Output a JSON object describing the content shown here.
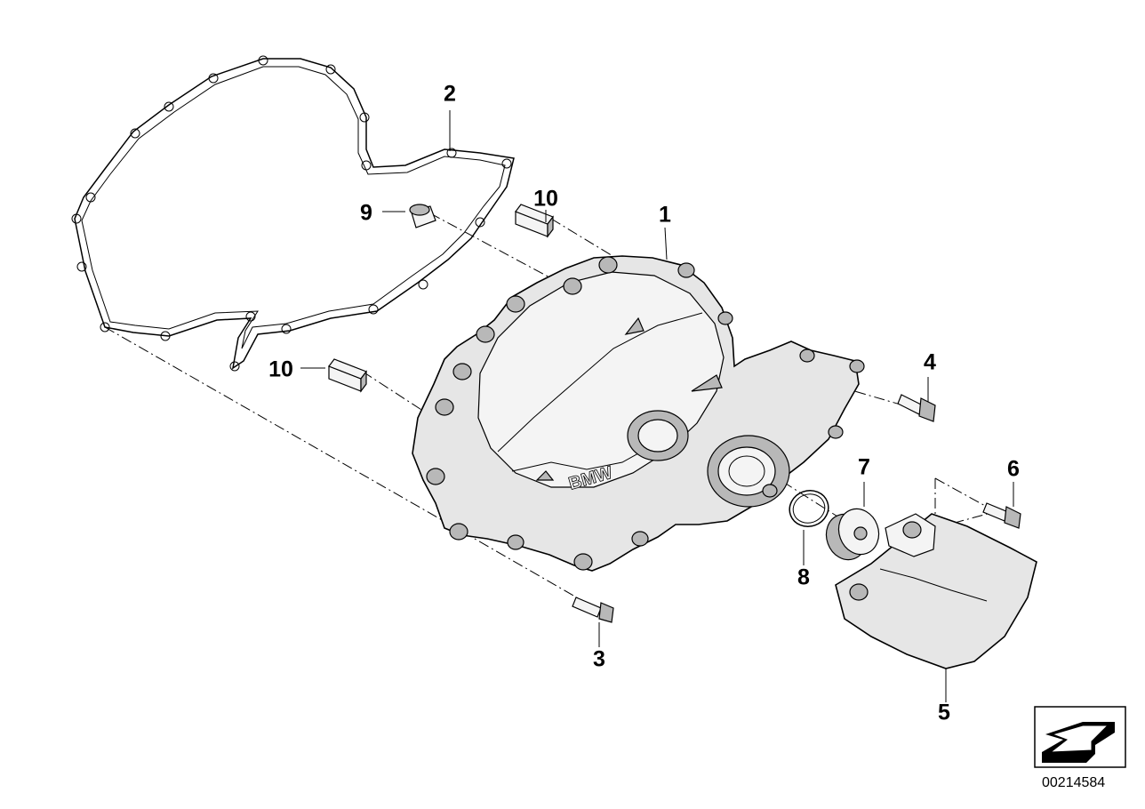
{
  "diagram": {
    "callouts": [
      {
        "id": "1",
        "label": "1"
      },
      {
        "id": "2",
        "label": "2"
      },
      {
        "id": "3",
        "label": "3"
      },
      {
        "id": "4",
        "label": "4"
      },
      {
        "id": "5",
        "label": "5"
      },
      {
        "id": "6",
        "label": "6"
      },
      {
        "id": "7",
        "label": "7"
      },
      {
        "id": "8",
        "label": "8"
      },
      {
        "id": "9",
        "label": "9"
      },
      {
        "id": "10a",
        "label": "10"
      },
      {
        "id": "10b",
        "label": "10"
      }
    ],
    "cover_logo": "BMW",
    "catalog_number": "00214584",
    "nav_icon": "arrow-down-left-icon"
  }
}
